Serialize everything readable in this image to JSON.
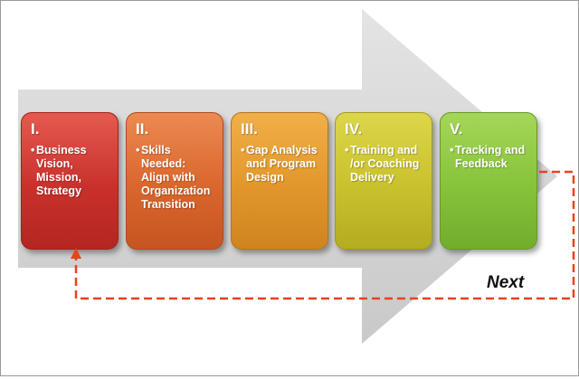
{
  "steps": [
    {
      "numeral": "I.",
      "lines": [
        "Business",
        "Vision,",
        "Mission,",
        "Strategy"
      ],
      "color": "#c9302c"
    },
    {
      "numeral": "II.",
      "lines": [
        "Skills",
        "Needed:",
        "Align with",
        "Organization",
        "Transition"
      ],
      "color": "#d9662c"
    },
    {
      "numeral": "III.",
      "lines": [
        "Gap Analysis",
        "and Program",
        "Design"
      ],
      "color": "#e2962a"
    },
    {
      "numeral": "IV.",
      "lines": [
        "Training and",
        "/or Coaching",
        "Delivery"
      ],
      "color": "#c9c12c"
    },
    {
      "numeral": "V.",
      "lines": [
        "Tracking and",
        "Feedback"
      ],
      "color": "#86c33a"
    }
  ],
  "loop": {
    "label": "Next",
    "color": "#e8421e"
  },
  "arrow_color": "#d9d9d9"
}
